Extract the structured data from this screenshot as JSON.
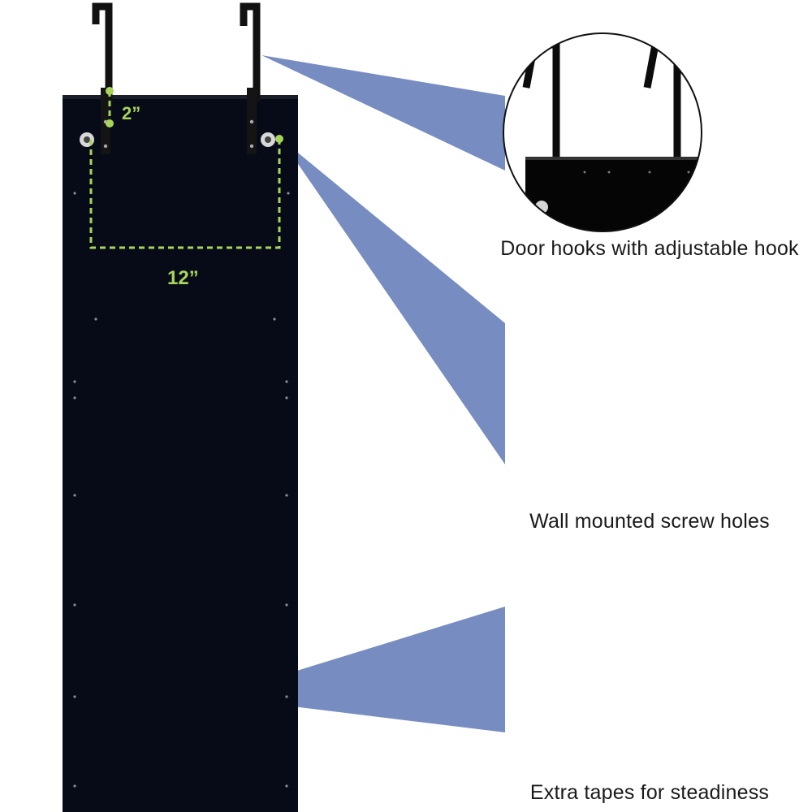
{
  "dimensions": {
    "hook_offset": "2”",
    "hole_spacing": "12”"
  },
  "features": [
    {
      "id": "door-hooks",
      "icon": "door-hooks-icon",
      "caption": "Door hooks with adjustable hook"
    },
    {
      "id": "screw-holes",
      "icon": "keyhole-screw-icon",
      "caption": "Wall mounted screw holes"
    },
    {
      "id": "tapes",
      "icon": "adhesive-tape-icon",
      "caption": "Extra tapes for steadiness"
    }
  ],
  "colors": {
    "panel": "#070b17",
    "callout_beam": "#6d84bd",
    "dimension_line": "#a7d45a",
    "circle_border": "#111111"
  }
}
